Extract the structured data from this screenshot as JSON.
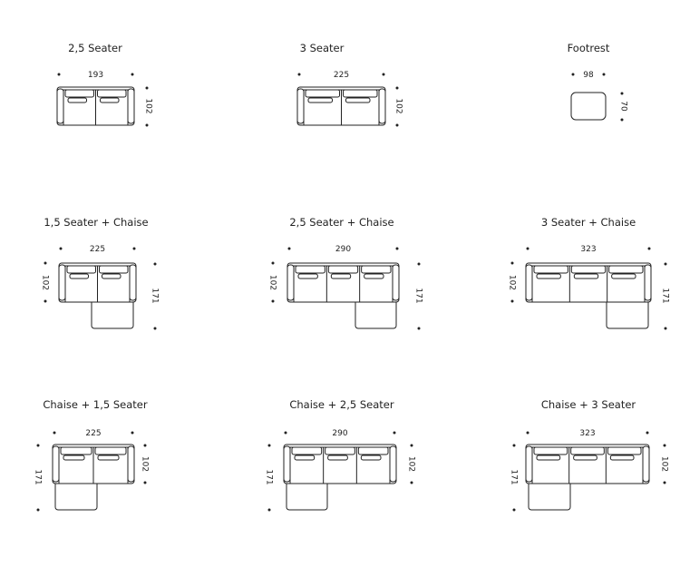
{
  "items": [
    {
      "title": "2,5 Seater",
      "width": "193",
      "depth": "102",
      "seats": 2,
      "chaise": "none"
    },
    {
      "title": "3 Seater",
      "width": "225",
      "depth": "102",
      "seats": 2,
      "chaise": "none"
    },
    {
      "title": "Footrest",
      "width": "98",
      "depth": "70",
      "seats": 0,
      "chaise": "footrest"
    },
    {
      "title": "1,5 Seater + Chaise",
      "width": "225",
      "depth": "102",
      "chaise_length": "171",
      "seats": 2,
      "chaise": "right"
    },
    {
      "title": "2,5 Seater + Chaise",
      "width": "290",
      "depth": "102",
      "chaise_length": "171",
      "seats": 3,
      "chaise": "right"
    },
    {
      "title": "3 Seater + Chaise",
      "width": "323",
      "depth": "102",
      "chaise_length": "171",
      "seats": 3,
      "chaise": "right"
    },
    {
      "title": "Chaise + 1,5 Seater",
      "width": "225",
      "depth": "102",
      "chaise_length": "171",
      "seats": 2,
      "chaise": "left"
    },
    {
      "title": "Chaise + 2,5 Seater",
      "width": "290",
      "depth": "102",
      "chaise_length": "171",
      "seats": 3,
      "chaise": "left"
    },
    {
      "title": "Chaise + 3 Seater",
      "width": "323",
      "depth": "102",
      "chaise_length": "171",
      "seats": 3,
      "chaise": "left"
    }
  ]
}
